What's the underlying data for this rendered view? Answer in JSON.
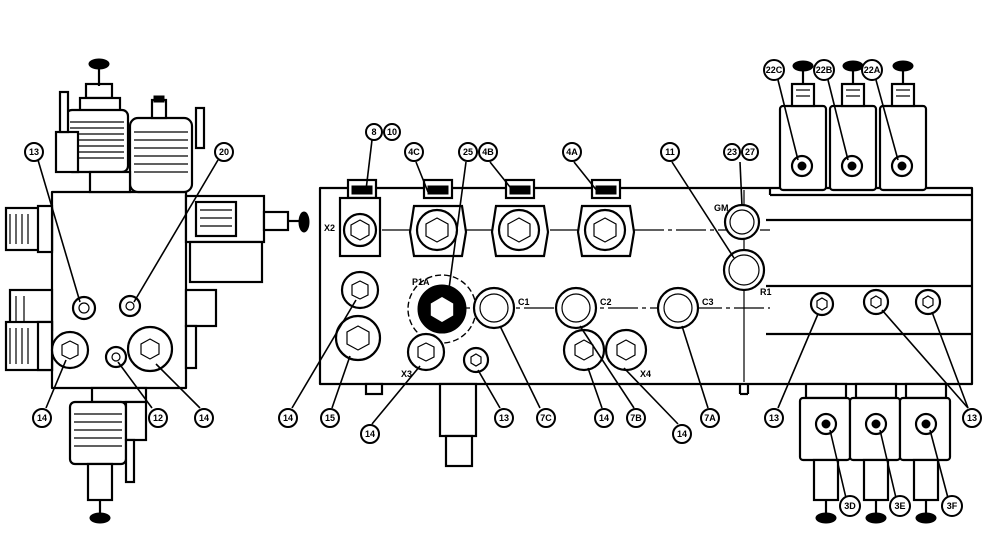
{
  "port_labels": {
    "x2": "X2",
    "x3": "X3",
    "x4": "X4",
    "p1a": "P1A",
    "c1": "C1",
    "c2": "C2",
    "c3": "C3",
    "r1": "R1",
    "gm": "GM"
  },
  "callouts": {
    "b13_side": "13",
    "b20": "20",
    "b14_side_left": "14",
    "b12": "12",
    "b14_side_right": "14",
    "b8_10_a": "8",
    "b8_10_b": "10",
    "b4c": "4C",
    "b25": "25",
    "b4b": "4B",
    "b4a": "4A",
    "b11": "11",
    "b23_27_a": "23",
    "b23_27_b": "27",
    "b22c": "22C",
    "b22b": "22B",
    "b22a": "22A",
    "b14_front_a": "14",
    "b15": "15",
    "b14_front_b": "14",
    "b13_front": "13",
    "b7c": "7C",
    "b14_front_c": "14",
    "b7b": "7B",
    "b14_front_d": "14",
    "b7a": "7A",
    "b13_mid": "13",
    "b13_right": "13",
    "b3d": "3D",
    "b3e": "3E",
    "b3f": "3F"
  },
  "colors": {
    "line": "#000000",
    "background": "#ffffff"
  }
}
